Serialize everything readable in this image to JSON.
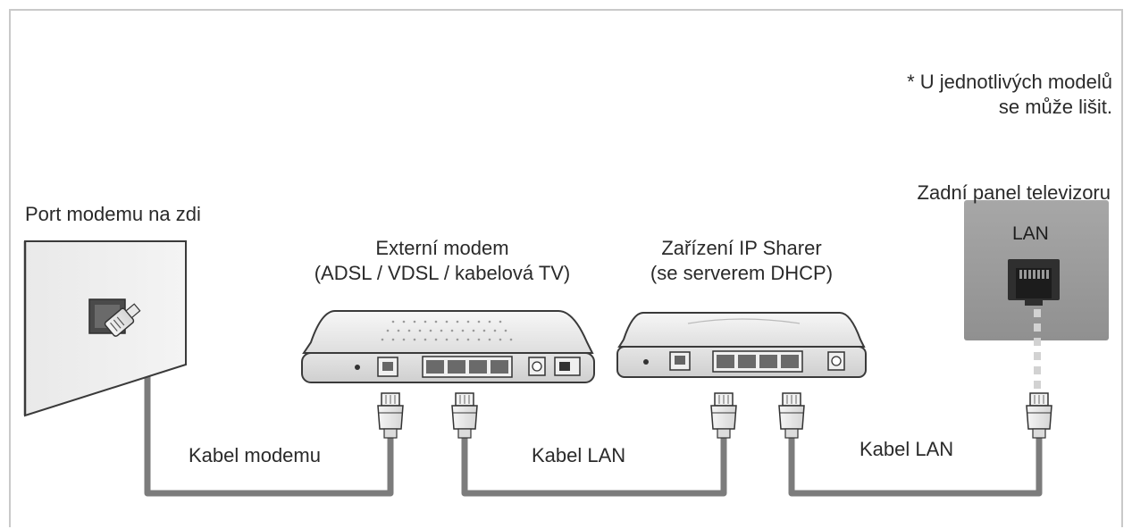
{
  "note": {
    "line1": "* U jednotlivých modelů",
    "line2": "se může lišit."
  },
  "wall_port": {
    "label": "Port modemu na zdi"
  },
  "modem": {
    "label_line1": "Externí modem",
    "label_line2": "(ADSL / VDSL / kabelová TV)"
  },
  "router": {
    "label_line1": "Zařízení IP Sharer",
    "label_line2": "(se serverem DHCP)"
  },
  "tv_panel": {
    "label": "Zadní panel televizoru",
    "port_label": "LAN"
  },
  "cables": {
    "modem_cable": "Kabel modemu",
    "lan_cable_1": "Kabel LAN",
    "lan_cable_2": "Kabel LAN"
  },
  "colors": {
    "cable": "#7c7c7c",
    "frame": "#c9c9c9",
    "panel": "#9a9a9a",
    "dashed_link": "#d2d2d2"
  }
}
